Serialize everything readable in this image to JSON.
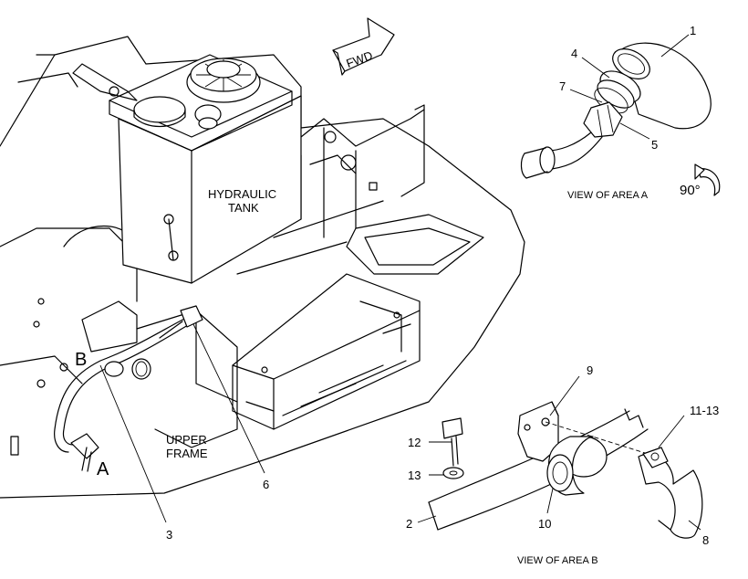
{
  "labels": {
    "hydraulic_tank_line1": "HYDRAULIC",
    "hydraulic_tank_line2": "TANK",
    "upper_frame_line1": "UPPER",
    "upper_frame_line2": "FRAME",
    "fwd": "FWD",
    "view_area_a": "VIEW OF AREA A",
    "view_area_b": "VIEW OF AREA B",
    "rotation": "90°",
    "area_a": "A",
    "area_b": "B"
  },
  "callouts": {
    "c1": "1",
    "c2": "2",
    "c3": "3",
    "c4": "4",
    "c5": "5",
    "c6": "6",
    "c7": "7",
    "c8": "8",
    "c9": "9",
    "c10": "10",
    "c11_13": "11-13",
    "c12": "12",
    "c13": "13"
  }
}
